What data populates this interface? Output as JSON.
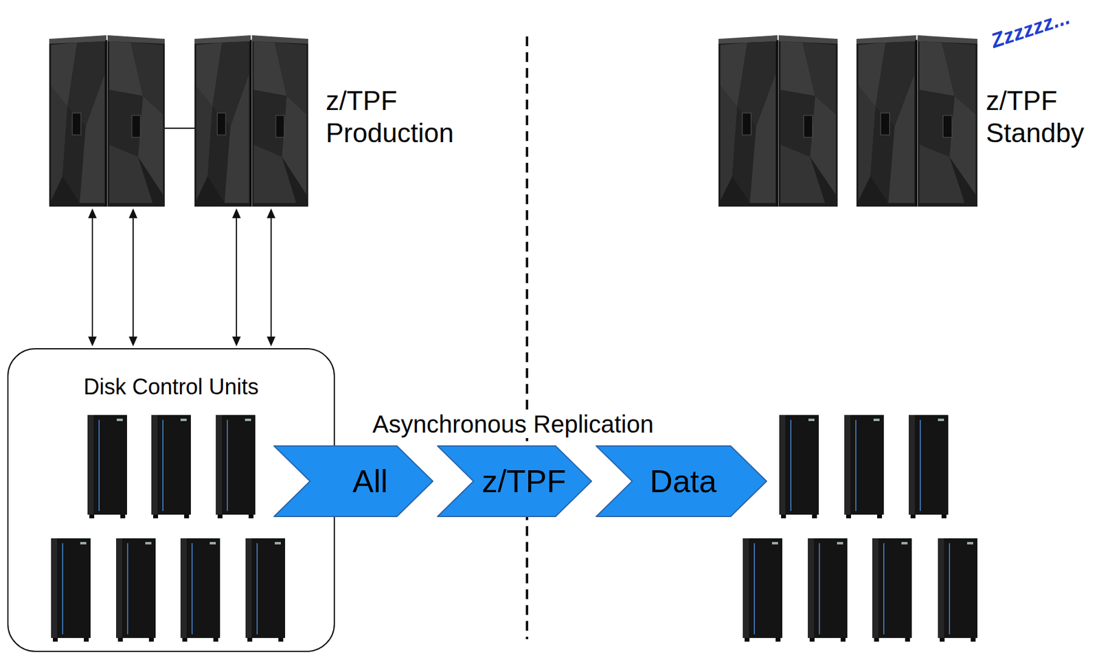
{
  "diagram": {
    "nodes": [
      {
        "text": [
          "z/TPF Production"
        ]
      },
      {
        "text": [
          "z/TPF Standby"
        ]
      },
      {
        "text": [
          "Disk Control Units"
        ]
      },
      {
        "text": [
          "All"
        ]
      },
      {
        "text": [
          "z/TPF"
        ]
      },
      {
        "text": [
          "Data"
        ]
      }
    ],
    "edges": [
      {
        "from": 0,
        "to": 2,
        "arrow": "both"
      },
      {
        "from": 0,
        "to": 2,
        "arrow": "both"
      },
      {
        "from": 0,
        "to": 2,
        "arrow": "both"
      },
      {
        "from": 0,
        "to": 2,
        "arrow": "both"
      }
    ],
    "labels": [
      "Asynchronous Replication",
      "Zzzzzz..."
    ]
  }
}
